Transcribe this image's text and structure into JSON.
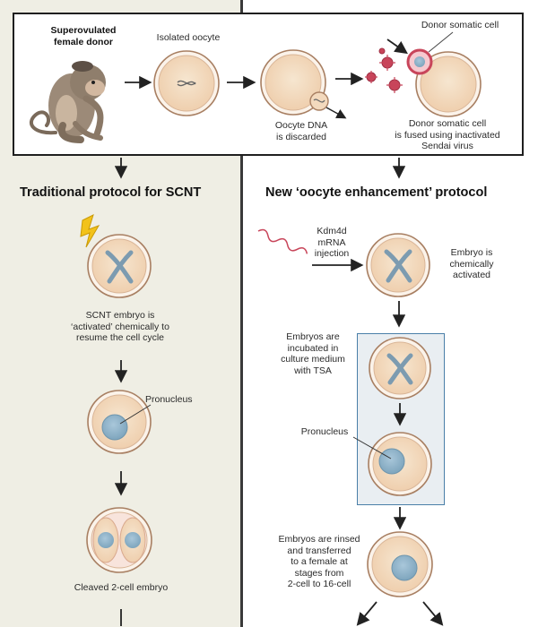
{
  "top": {
    "donor_label": "Superovulated\nfemale donor",
    "isolated_oocyte": "Isolated oocyte",
    "donor_somatic_cell": "Donor somatic cell",
    "oocyte_dna_discarded": "Oocyte DNA\nis discarded",
    "fused_label": "Donor somatic cell\nis fused using inactivated\nSendai virus"
  },
  "left": {
    "heading": "Traditional protocol for SCNT",
    "activated_label": "SCNT embryo is\n‘activated’ chemically to\nresume the cell cycle",
    "pronucleus": "Pronucleus",
    "cleaved_label": "Cleaved 2-cell embryo"
  },
  "right": {
    "heading": "New ‘oocyte enhancement’ protocol",
    "kdm4d_label": "Kdm4d\nmRNA\ninjection",
    "embryo_activated": "Embryo is\nchemically\nactivated",
    "incubated_label": "Embryos are\nincubated in\nculture medium\nwith TSA",
    "pronucleus": "Pronucleus",
    "rinsed_label": "Embryos are rinsed\nand transferred\nto a female at\nstages from\n2-cell to 16-cell"
  },
  "colors": {
    "left_bg": "#efeee4",
    "cell_fill": "#f3dcc2",
    "zona_outline": "#b5876a",
    "nucleus_blue": "#8fb3c9",
    "chromosome": "#7c9bb0",
    "box_blue": "#4a7fa8",
    "virus_red": "#c8455a",
    "lightning_yellow": "#f2c21a"
  }
}
